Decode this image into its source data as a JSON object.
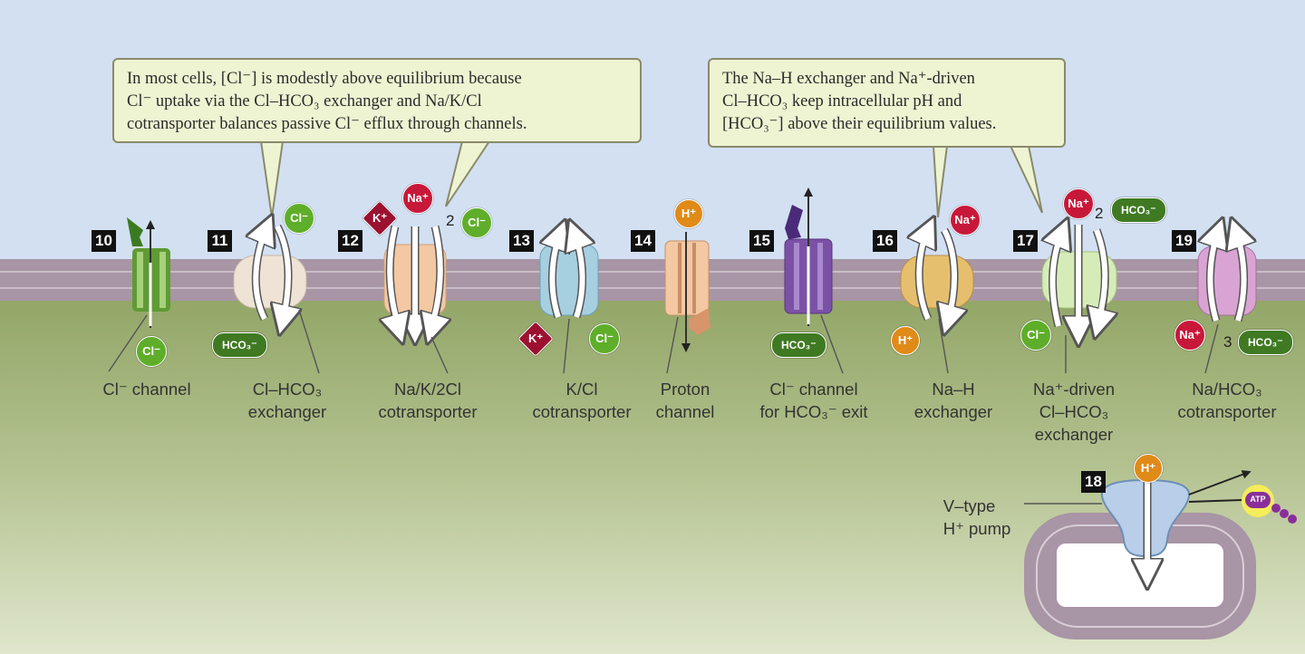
{
  "callouts": {
    "left": [
      "In most cells, [Cl⁻] is modestly above equilibrium because",
      "Cl⁻ uptake via the Cl–HCO₃ exchanger and Na/K/Cl",
      "cotransporter balances passive Cl⁻ efflux through channels."
    ],
    "right": [
      "The Na–H exchanger and Na⁺-driven",
      "Cl–HCO₃ keep intracellular pH and",
      "[HCO₃⁻] above their equilibrium values."
    ]
  },
  "transporters": [
    {
      "number": "10",
      "label": [
        "Cl⁻ channel"
      ]
    },
    {
      "number": "11",
      "label": [
        "Cl–HCO₃",
        "exchanger"
      ]
    },
    {
      "number": "12",
      "label": [
        "Na/K/2Cl",
        "cotransporter"
      ]
    },
    {
      "number": "13",
      "label": [
        "K/Cl",
        "cotransporter"
      ]
    },
    {
      "number": "14",
      "label": [
        "Proton",
        "channel"
      ]
    },
    {
      "number": "15",
      "label": [
        "Cl⁻ channel",
        "for HCO₃⁻ exit"
      ]
    },
    {
      "number": "16",
      "label": [
        "Na–H",
        "exchanger"
      ]
    },
    {
      "number": "17",
      "label": [
        "Na⁺-driven",
        "Cl–HCO₃",
        "exchanger"
      ]
    },
    {
      "number": "19",
      "label": [
        "Na/HCO₃",
        "cotransporter"
      ]
    }
  ],
  "pump": {
    "number": "18",
    "label": [
      "V–type",
      "H⁺ pump"
    ],
    "atp": "ATP"
  },
  "ions": {
    "cl": "Cl⁻",
    "na": "Na⁺",
    "k": "K⁺",
    "h": "H⁺",
    "hco3": "HCO₃⁻"
  },
  "stoichiometry": {
    "two": "2",
    "three": "3"
  },
  "colors": {
    "sky": "#d2e0f2",
    "cytoplasm_top": "#8da261",
    "cytoplasm_bottom": "#dfe6cc",
    "membrane": "#a895a5",
    "cl_ion": "#5fae2a",
    "na_ion": "#c8183a",
    "h_ion": "#e08a18",
    "hco3": "#3f7a22"
  }
}
